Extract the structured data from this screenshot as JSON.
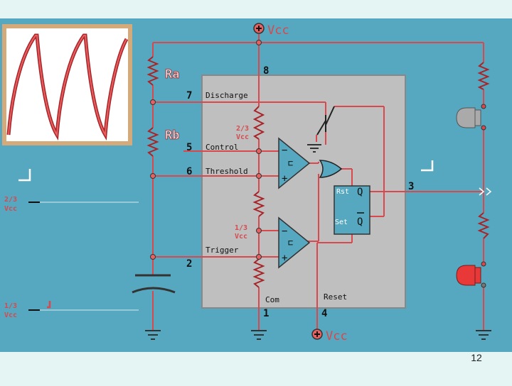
{
  "slide": {
    "number": "12"
  },
  "supply": {
    "label": "Vcc"
  },
  "resistors": {
    "ra": "Ra",
    "rb": "Rb"
  },
  "pins": {
    "p8": "8",
    "p7": "7",
    "p5": "5",
    "p6": "6",
    "p2": "2",
    "p1": "1",
    "p4": "4",
    "p3": "3"
  },
  "pin_labels": {
    "discharge": "Discharge",
    "control": "Control",
    "threshold": "Threshold",
    "trigger": "Trigger",
    "com": "Com",
    "reset": "Reset"
  },
  "dividers": {
    "upper_num": "2/3",
    "upper_den": "Vcc",
    "lower_num": "1/3",
    "lower_den": "Vcc"
  },
  "levels": {
    "upper_num": "2/3",
    "upper_den": "Vcc",
    "lower_num": "1/3",
    "lower_den": "Vcc"
  },
  "flipflop": {
    "rst": "Rst",
    "set": "Set",
    "q": "Q",
    "qbar": "Q"
  },
  "comparators": {
    "plus": "+",
    "minus": "−"
  },
  "colors": {
    "wire": "#d8484c",
    "panel": "#56a8c0",
    "chip": "#bfbfbf",
    "led_top": "#aaaaaa",
    "led_bottom": "#e83838"
  }
}
